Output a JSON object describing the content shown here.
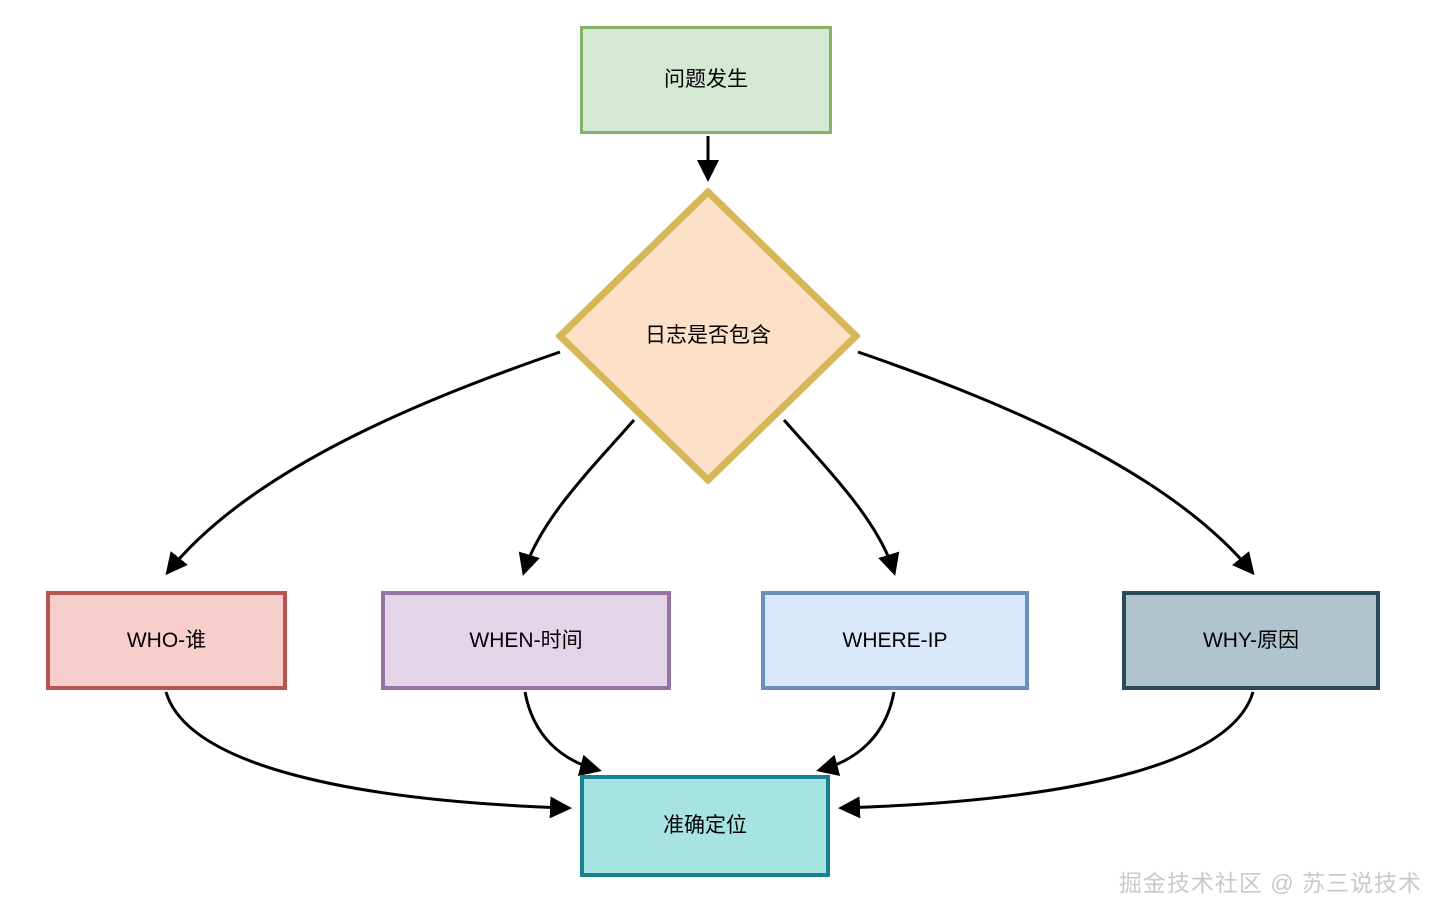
{
  "diagram": {
    "type": "flowchart",
    "title": "",
    "nodes": [
      {
        "id": "start",
        "label": "问题发生",
        "shape": "rectangle",
        "fill": "#d5e8d4",
        "stroke": "#82b366"
      },
      {
        "id": "decision",
        "label": "日志是否包含",
        "shape": "diamond",
        "fill": "#fce0c8",
        "stroke": "#d6b656"
      },
      {
        "id": "who",
        "label": "WHO-谁",
        "shape": "rectangle",
        "fill": "#f8cecc",
        "stroke": "#b85450"
      },
      {
        "id": "when",
        "label": "WHEN-时间",
        "shape": "rectangle",
        "fill": "#e1d5e7",
        "stroke": "#9673a6"
      },
      {
        "id": "where",
        "label": "WHERE-IP",
        "shape": "rectangle",
        "fill": "#dae8fc",
        "stroke": "#6c8ebf"
      },
      {
        "id": "why",
        "label": "WHY-原因",
        "shape": "rectangle",
        "fill": "#b0c4ce",
        "stroke": "#274a5d"
      },
      {
        "id": "end",
        "label": "准确定位",
        "shape": "rectangle",
        "fill": "#a8e3e3",
        "stroke": "#17818e"
      }
    ],
    "edges": [
      {
        "from": "start",
        "to": "decision",
        "label": ""
      },
      {
        "from": "decision",
        "to": "who",
        "label": ""
      },
      {
        "from": "decision",
        "to": "when",
        "label": ""
      },
      {
        "from": "decision",
        "to": "where",
        "label": ""
      },
      {
        "from": "decision",
        "to": "why",
        "label": ""
      },
      {
        "from": "who",
        "to": "end",
        "label": ""
      },
      {
        "from": "when",
        "to": "end",
        "label": ""
      },
      {
        "from": "where",
        "to": "end",
        "label": ""
      },
      {
        "from": "why",
        "to": "end",
        "label": ""
      }
    ],
    "edge_color": "#000000"
  },
  "watermark": {
    "text": "掘金技术社区 @ 苏三说技术",
    "color": "#c9c9c9"
  }
}
